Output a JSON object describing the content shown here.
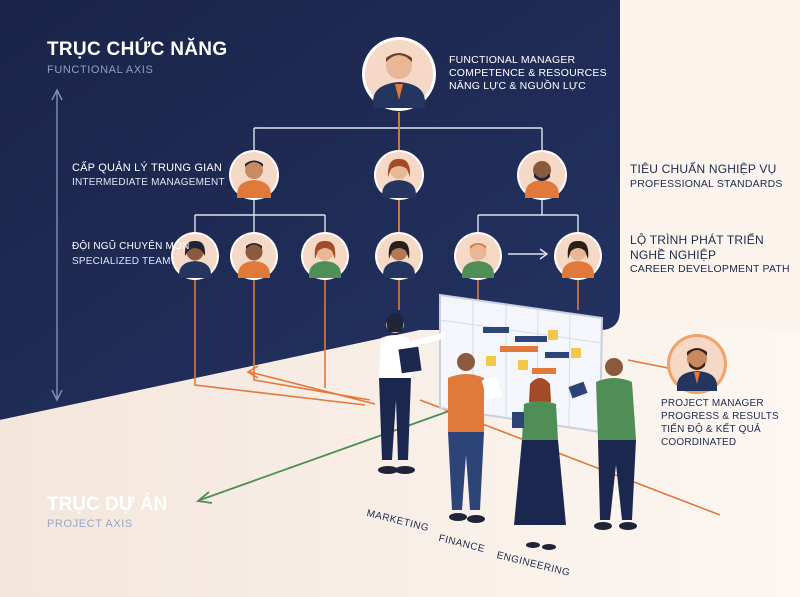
{
  "functional_axis": {
    "title": "TRỤC CHỨC NĂNG",
    "subtitle": "FUNCTIONAL AXIS"
  },
  "project_axis": {
    "title": "TRỤC DỰ ÁN",
    "subtitle": "PROJECT AXIS"
  },
  "functional_manager": {
    "line1": "FUNCTIONAL MANAGER",
    "line2": "COMPETENCE & RESOURCES",
    "line3": "NĂNG LỰC & NGUỒN LỰC"
  },
  "intermediate_management": {
    "line1": "CẤP QUẢN LÝ TRUNG GIAN",
    "line2": "INTERMEDIATE MANAGEMENT"
  },
  "specialized_team": {
    "line1": "ĐỘI NGŨ CHUYÊN MÔN",
    "line2": "SPECIALIZED TEAM"
  },
  "professional_standards": {
    "line1": "TIÊU CHUẨN NGHIỆP VỤ",
    "line2": "PROFESSIONAL STANDARDS"
  },
  "career_path": {
    "line1": "LỘ TRÌNH PHÁT TRIỂN",
    "line2": "NGHỀ NGHIỆP",
    "line3": "CAREER DEVELOPMENT PATH"
  },
  "project_manager": {
    "line1": "PROJECT MANAGER",
    "line2": "PROGRESS & RESULTS",
    "line3": "TIẾN ĐỘ & KẾT QUẢ",
    "line4": "COORDINATED"
  },
  "departments": [
    "MARKETING",
    "FINANCE",
    "ENGINEERING"
  ],
  "colors": {
    "navy": "#1c2750",
    "orange": "#e0793a",
    "green": "#4f8f57",
    "cream": "#fbf3ec"
  }
}
